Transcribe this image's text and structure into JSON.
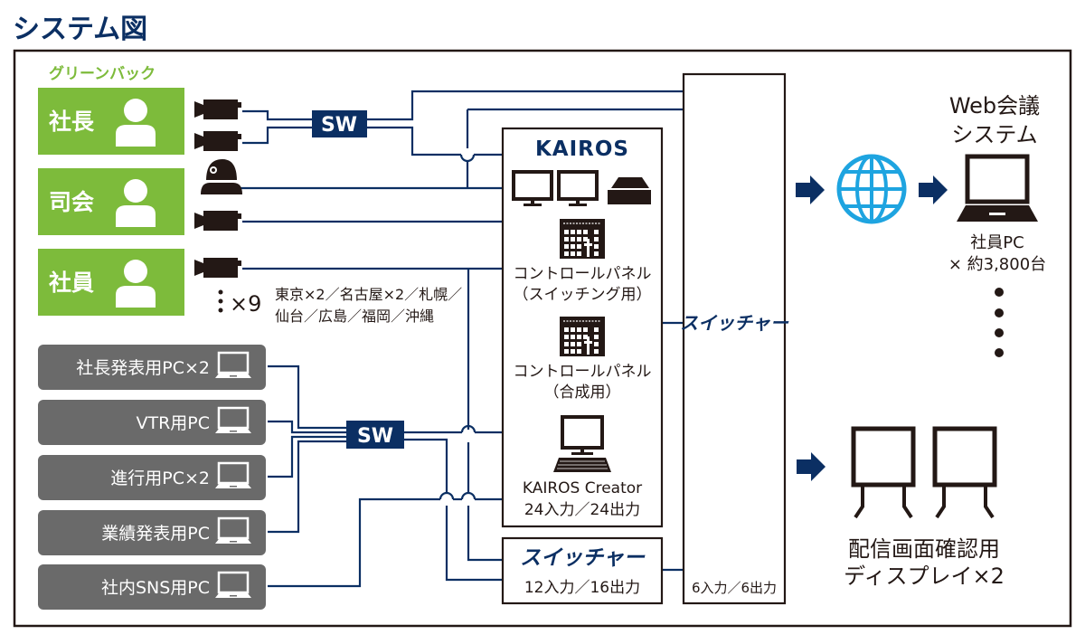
{
  "title": "システム図",
  "green_back_label": "グリーンバック",
  "people": [
    {
      "label": "社長"
    },
    {
      "label": "司会"
    },
    {
      "label": "社員"
    }
  ],
  "cameras": {
    "multiplier": "×9",
    "locations_line1": "東京×2／名古屋×2／札幌／",
    "locations_line2": "仙台／広島／福岡／沖縄"
  },
  "switch_label": "SW",
  "pcs": [
    {
      "label": "社長発表用PC×2"
    },
    {
      "label": "VTR用PC"
    },
    {
      "label": "進行用PC×2"
    },
    {
      "label": "業績発表用PC"
    },
    {
      "label": "社内SNS用PC"
    }
  ],
  "kairos": {
    "title": "KAIROS",
    "panel1_line1": "コントロールパネル",
    "panel1_line2": "（スイッチング用）",
    "panel2_line1": "コントロールパネル",
    "panel2_line2": "（合成用）",
    "creator_line1": "KAIROS Creator",
    "creator_line2": "24入力／24出力"
  },
  "small_switcher": {
    "title": "スイッチャー",
    "io": "12入力／16出力"
  },
  "main_switcher": {
    "title": "スイッチャー",
    "io": "6入力／6出力"
  },
  "web_conf": {
    "title_line1": "Web会議",
    "title_line2": "システム",
    "pc_line1": "社員PC",
    "pc_line2": "× 約3,800台"
  },
  "displays": {
    "line1": "配信画面確認用",
    "line2": "ディスプレイ×2"
  },
  "colors": {
    "navy": "#0b2f63",
    "green": "#7dbb3b",
    "gray": "#6a6a6a",
    "globe": "#1ea4e0",
    "dark": "#231815"
  }
}
